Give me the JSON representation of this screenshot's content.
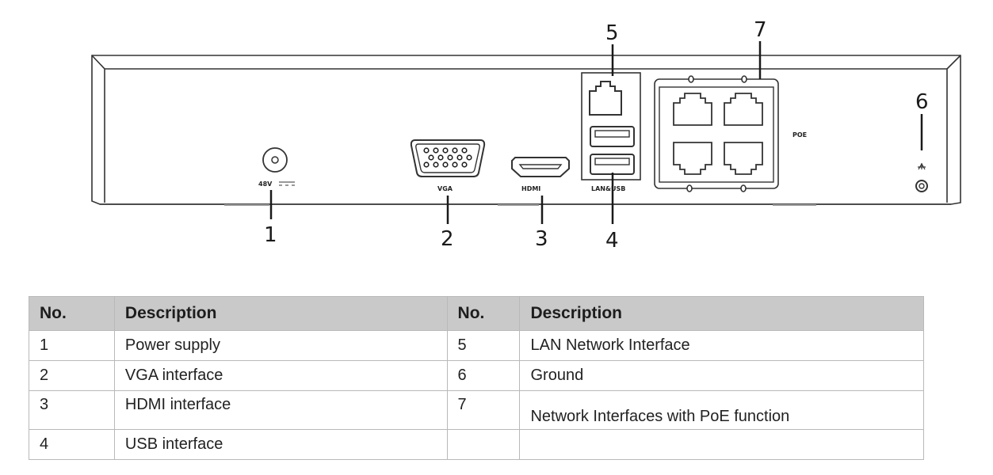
{
  "diagram": {
    "title": "NVR rear panel",
    "port_labels": {
      "power": "48V",
      "vga": "VGA",
      "hdmi": "HDMI",
      "lan_usb": "LAN&USB",
      "poe": "POE"
    },
    "callouts": [
      "1",
      "2",
      "3",
      "4",
      "5",
      "6",
      "7"
    ]
  },
  "table": {
    "headers": [
      "No.",
      "Description",
      "No.",
      "Description"
    ],
    "rows": [
      [
        "1",
        "Power supply",
        "5",
        "LAN Network Interface"
      ],
      [
        "2",
        "VGA interface",
        "6",
        "Ground"
      ],
      [
        "3",
        "HDMI interface",
        "7",
        "Network Interfaces with PoE function"
      ],
      [
        "4",
        "USB interface",
        "",
        ""
      ]
    ]
  }
}
